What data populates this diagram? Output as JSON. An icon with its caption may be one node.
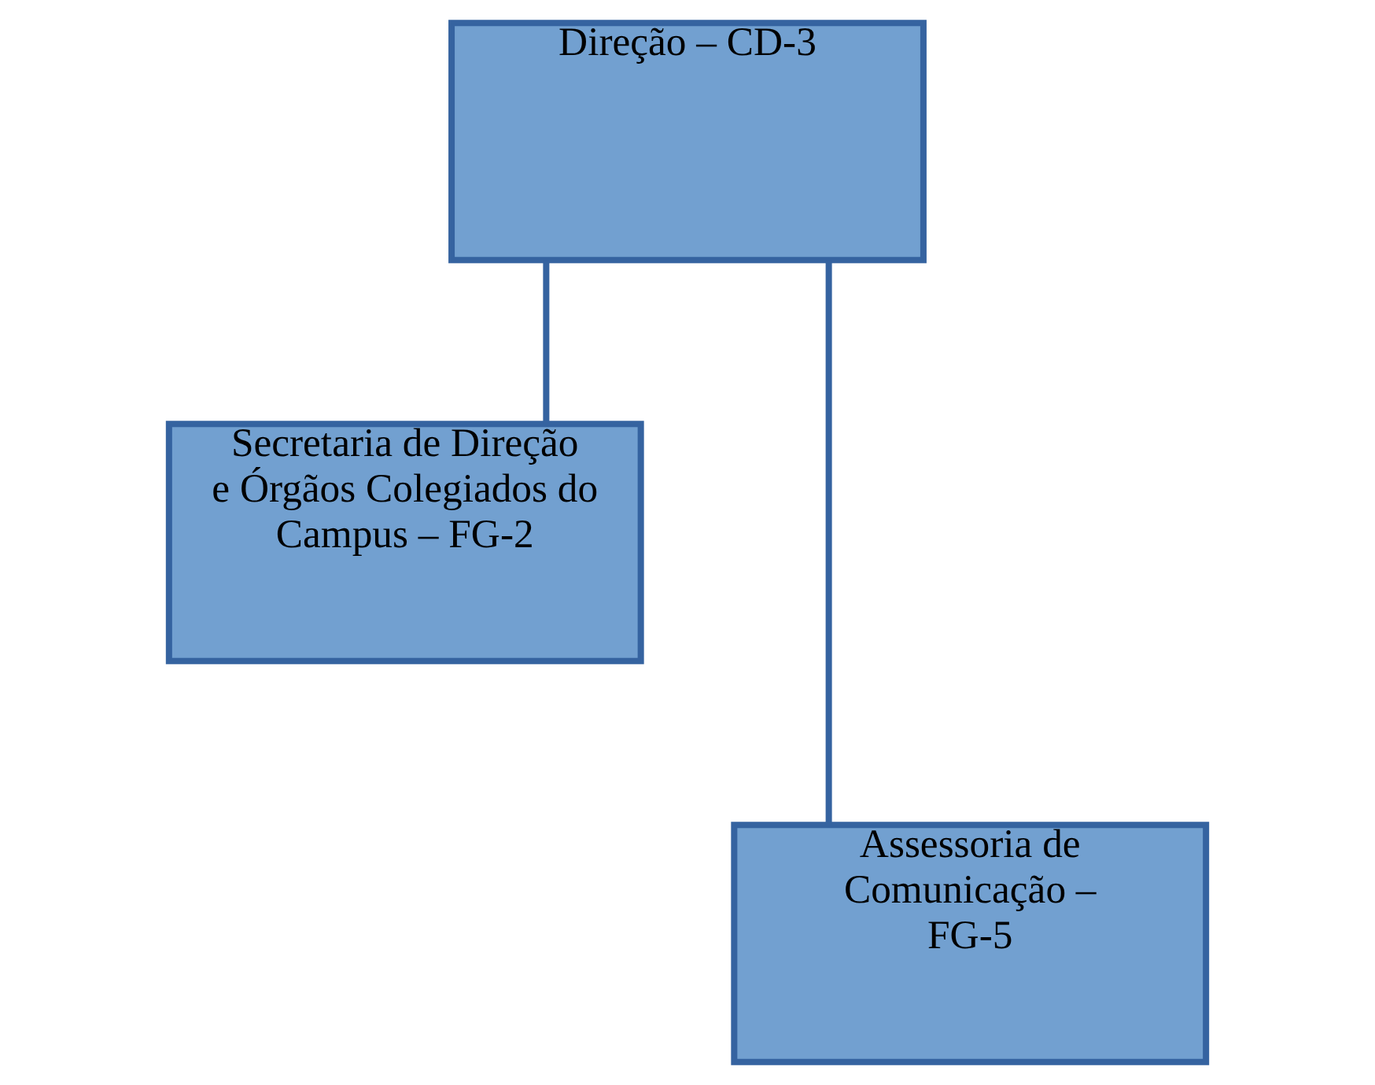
{
  "diagram": {
    "nodes": [
      {
        "text": [
          "Direção – CD-3"
        ]
      },
      {
        "text": [
          "Secretaria de Direção e Órgãos Colegiados do Campus – FG-2"
        ]
      },
      {
        "text": [
          "Assessoria de Comunicação – FG-5"
        ]
      }
    ],
    "edges": [
      {
        "from": 0,
        "to": 1,
        "arrow": "none"
      },
      {
        "from": 0,
        "to": 2,
        "arrow": "none"
      }
    ]
  }
}
